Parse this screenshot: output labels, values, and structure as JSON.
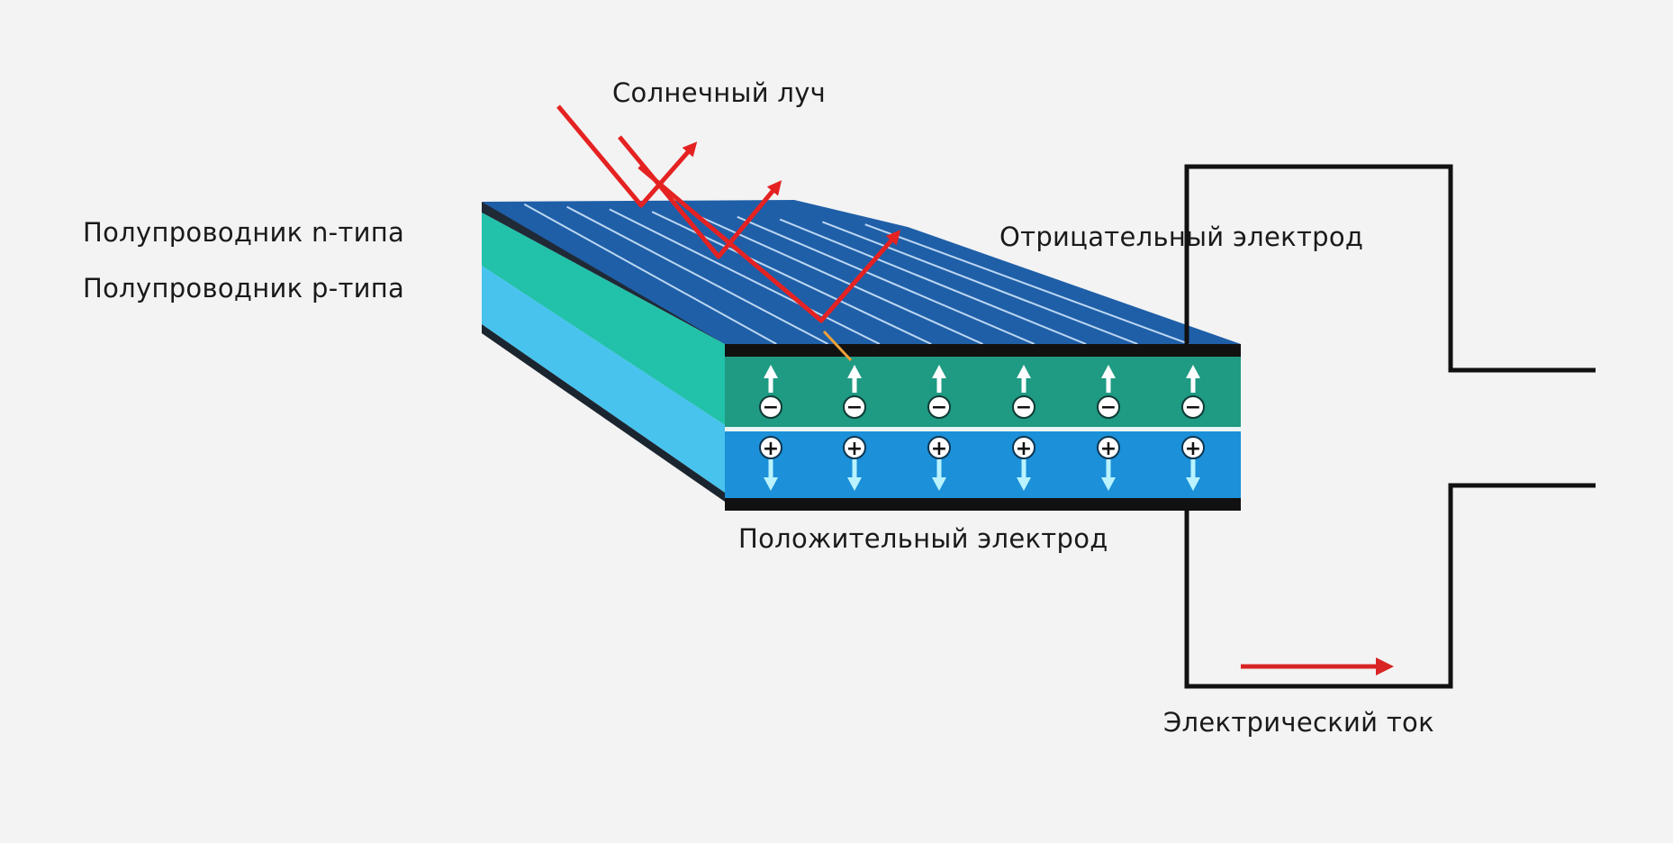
{
  "labels": {
    "sun_ray": "Солнечный луч",
    "n_type": "Полупроводник n-типа",
    "p_type": "Полупроводник p-типа",
    "negative_electrode": "Отрицательный электрод",
    "positive_electrode": "Положительный электрод",
    "electric_current": "Электрический ток"
  },
  "carriers": {
    "negative_symbol": "−",
    "positive_symbol": "+"
  },
  "colors": {
    "background": "#f3f3f3",
    "top_surface": "#1f5fa8",
    "n_layer_front": "#1f9a83",
    "n_layer_side": "#22c1aa",
    "p_layer_front": "#1c90d8",
    "p_layer_side": "#47c3ee",
    "electrode": "#111111",
    "ray": "#e52222",
    "wire": "#111111",
    "current_arrow": "#d92424"
  }
}
